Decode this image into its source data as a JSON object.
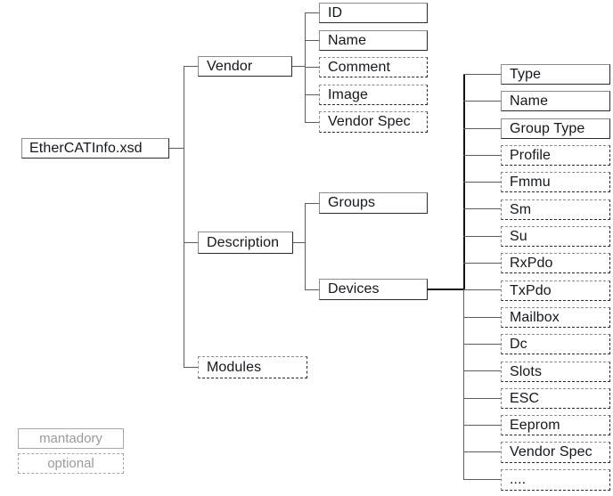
{
  "diagram": {
    "title": "EtherCATInfo.xsd",
    "root": {
      "label": "EtherCATInfo.xsd",
      "type": "mandatory"
    },
    "level1": [
      {
        "label": "Vendor",
        "type": "mandatory"
      },
      {
        "label": "Description",
        "type": "mandatory"
      },
      {
        "label": "Modules",
        "type": "optional"
      }
    ],
    "vendor_children": [
      {
        "label": "ID",
        "type": "mandatory"
      },
      {
        "label": "Name",
        "type": "mandatory"
      },
      {
        "label": "Comment",
        "type": "optional"
      },
      {
        "label": "Image",
        "type": "optional"
      },
      {
        "label": "Vendor Spec",
        "type": "optional"
      }
    ],
    "description_children": [
      {
        "label": "Groups",
        "type": "mandatory"
      },
      {
        "label": "Devices",
        "type": "mandatory"
      }
    ],
    "devices_children": [
      {
        "label": "Type",
        "type": "mandatory"
      },
      {
        "label": "Name",
        "type": "mandatory"
      },
      {
        "label": "Group Type",
        "type": "mandatory"
      },
      {
        "label": "Profile",
        "type": "optional"
      },
      {
        "label": "Fmmu",
        "type": "optional"
      },
      {
        "label": "Sm",
        "type": "optional"
      },
      {
        "label": "Su",
        "type": "optional"
      },
      {
        "label": "RxPdo",
        "type": "optional"
      },
      {
        "label": "TxPdo",
        "type": "optional"
      },
      {
        "label": "Mailbox",
        "type": "optional"
      },
      {
        "label": "Dc",
        "type": "optional"
      },
      {
        "label": "Slots",
        "type": "optional"
      },
      {
        "label": "ESC",
        "type": "optional"
      },
      {
        "label": "Eeprom",
        "type": "optional"
      },
      {
        "label": "Vendor Spec",
        "type": "optional"
      },
      {
        "label": "....",
        "type": "optional"
      }
    ],
    "legend": [
      {
        "label": "mantadory",
        "type": "mandatory"
      },
      {
        "label": "optional",
        "type": "optional"
      }
    ],
    "colors": {
      "box_border_mandatory": "#2b2b2b",
      "box_border_optional": "#2b2b2b",
      "connector": "#5d5d5d",
      "connector_dark": "#111111",
      "text": "#14171c",
      "legend_text": "#9a9a9a",
      "legend_border": "#a8a8a8",
      "background": "#ffffff"
    }
  }
}
